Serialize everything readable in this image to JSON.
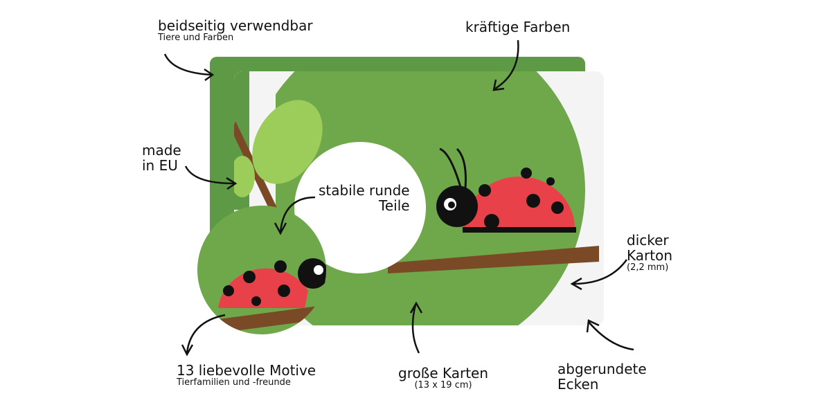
{
  "labels": {
    "double_sided": {
      "title": "beidseitig verwendbar",
      "sub": "Tiere und Farben"
    },
    "colors": {
      "title": "kräftige Farben"
    },
    "made_in": {
      "line1": "made",
      "line2": "in EU"
    },
    "round_pieces": {
      "line1": "stabile runde",
      "line2": "Teile"
    },
    "thick_card": {
      "line1": "dicker",
      "line2": "Karton",
      "sub": "(2,2 mm)"
    },
    "motifs": {
      "title": "13 liebevolle Motive",
      "sub": "Tierfamilien und -freunde"
    },
    "big_cards": {
      "title": "große Karten",
      "sub": "(13 x 19 cm)"
    },
    "rounded_corners": {
      "line1": "abgerundete",
      "line2": "Ecken"
    }
  },
  "colors": {
    "green": "#6fa84a",
    "dark_green": "#5e9a45",
    "ladybug_red": "#e8414a",
    "branch": "#7a4a26"
  }
}
